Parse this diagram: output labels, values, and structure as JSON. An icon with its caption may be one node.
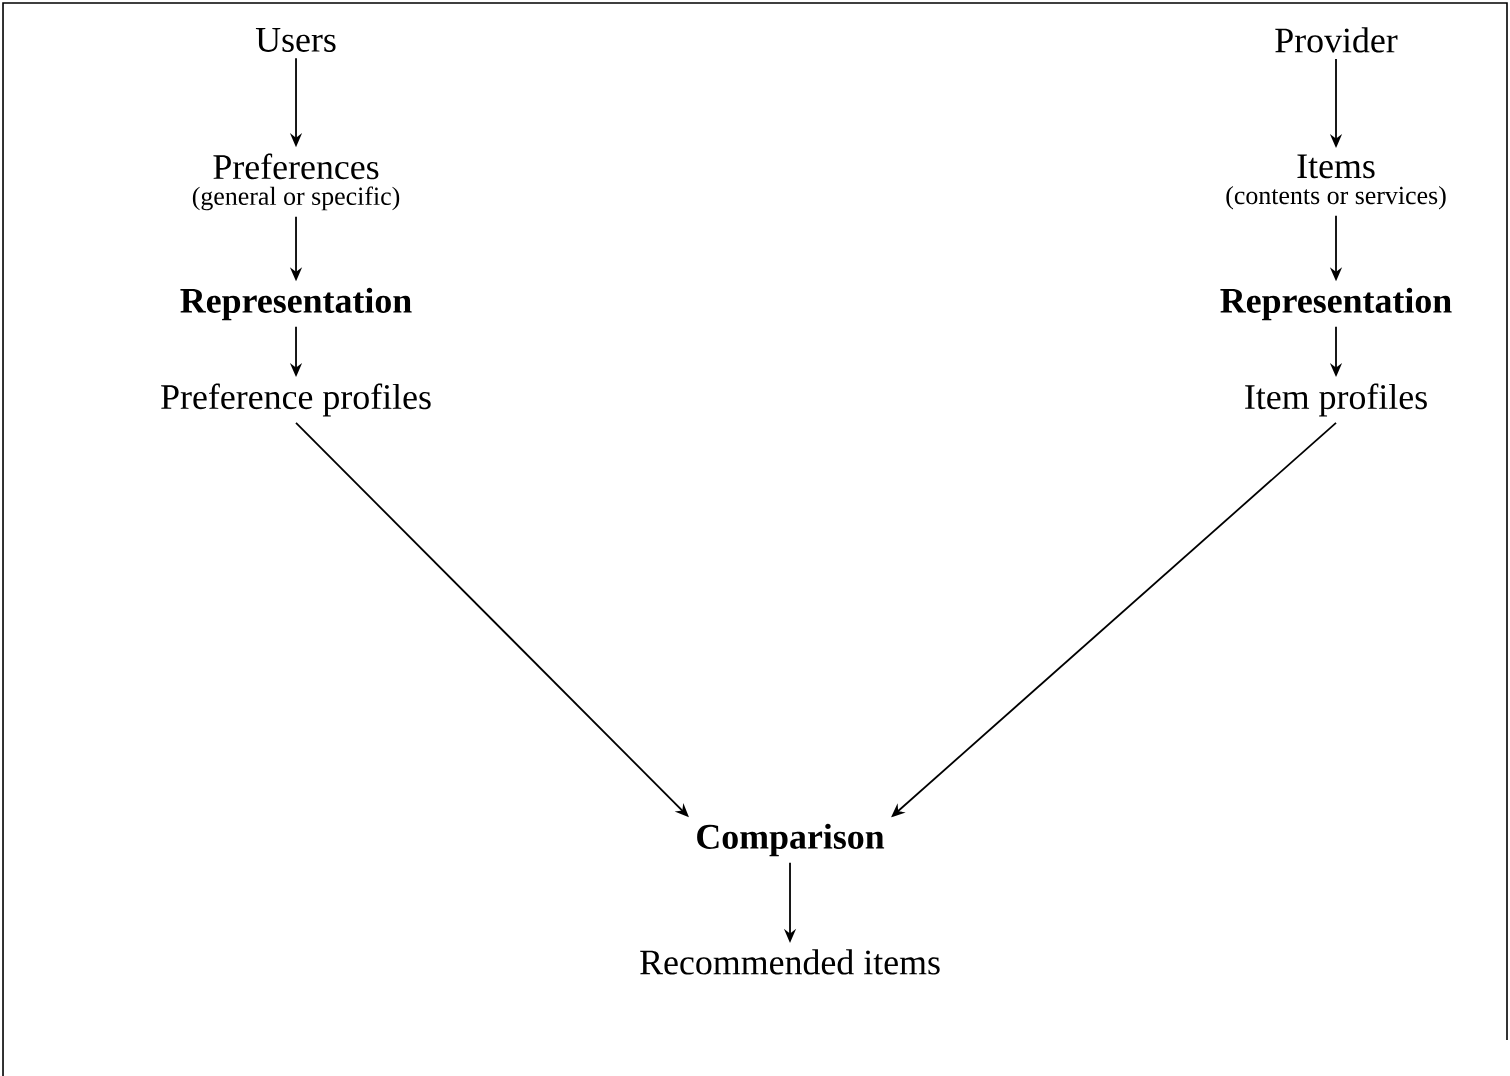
{
  "diagram": {
    "nodes": [
      {
        "text": [
          "Users"
        ]
      },
      {
        "text": [
          "Preferences",
          "(general or specific)"
        ]
      },
      {
        "text": [
          "Representation"
        ]
      },
      {
        "text": [
          "Preference profiles"
        ]
      },
      {
        "text": [
          "Provider"
        ]
      },
      {
        "text": [
          "Items",
          "(contents or services)"
        ]
      },
      {
        "text": [
          "Representation"
        ]
      },
      {
        "text": [
          "Item profiles"
        ]
      },
      {
        "text": [
          "Comparison"
        ]
      },
      {
        "text": [
          "Recommended items"
        ]
      }
    ],
    "edges": [
      {
        "from": 0,
        "to": 1,
        "arrow": "to"
      },
      {
        "from": 1,
        "to": 2,
        "arrow": "to"
      },
      {
        "from": 2,
        "to": 3,
        "arrow": "to"
      },
      {
        "from": 4,
        "to": 5,
        "arrow": "to"
      },
      {
        "from": 5,
        "to": 6,
        "arrow": "to"
      },
      {
        "from": 6,
        "to": 7,
        "arrow": "to"
      },
      {
        "from": 3,
        "to": 8,
        "arrow": "to"
      },
      {
        "from": 7,
        "to": 8,
        "arrow": "to"
      },
      {
        "from": 8,
        "to": 9,
        "arrow": "to"
      }
    ]
  }
}
